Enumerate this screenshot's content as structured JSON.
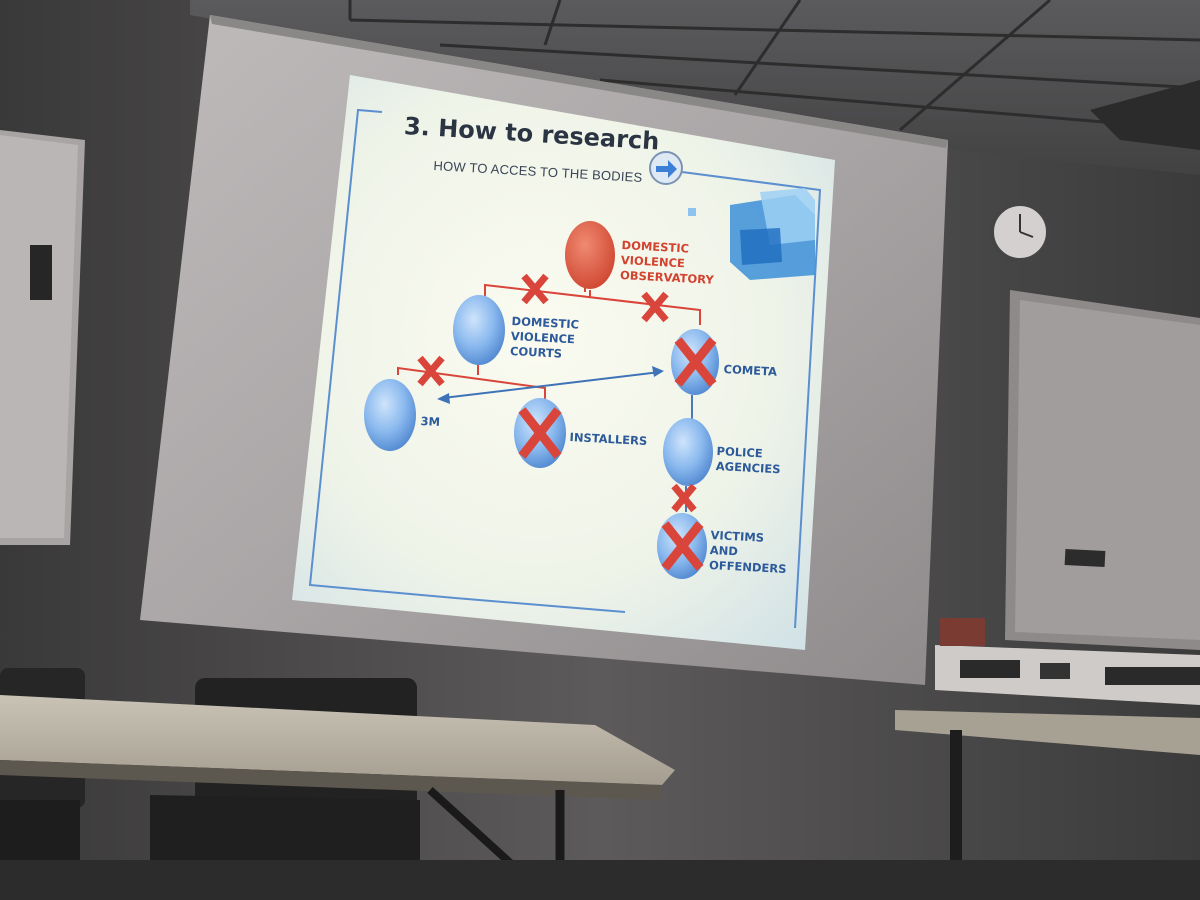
{
  "slide": {
    "title": "3. How to research",
    "subtitle": "HOW TO ACCES TO THE BODIES",
    "nodes": {
      "observatory": "DOMESTIC\nVIOLENCE\nOBSERVATORY",
      "courts": "DOMESTIC\nVIOLENCE\nCOURTS",
      "cometa": "COMETA",
      "three_m": "3M",
      "installers": "INSTALLERS",
      "police": "POLICE\nAGENCIES",
      "victims": "VICTIMS\nAND\nOFFENDERS"
    }
  },
  "colors": {
    "red_node": "#df5a44",
    "blue_node": "#7fb2ea",
    "cross": "#d9453a",
    "link_line": "#3f73b8"
  }
}
